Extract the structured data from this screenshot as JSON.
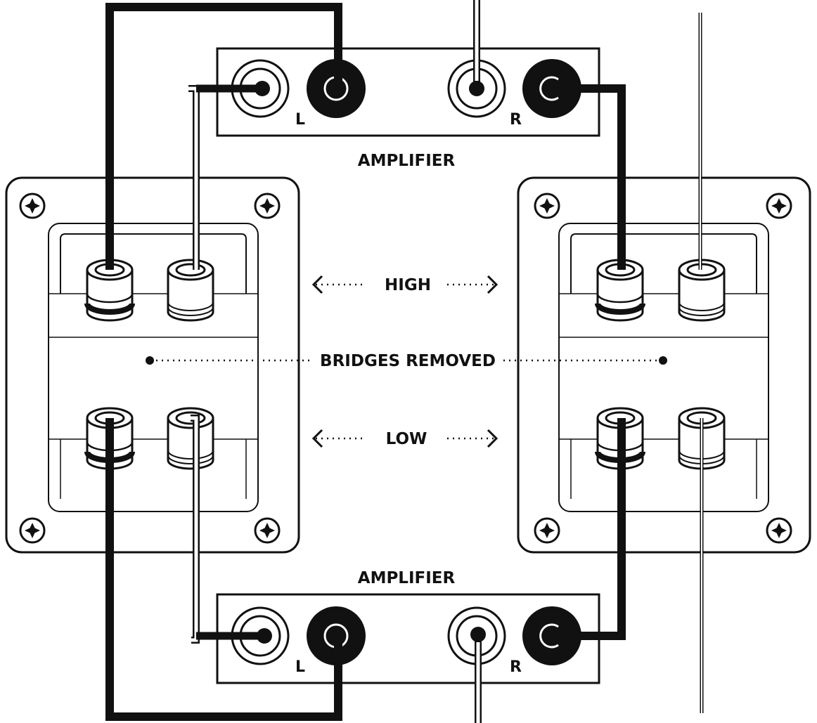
{
  "labels": {
    "amplifier_top": "AMPLIFIER",
    "amplifier_bottom": "AMPLIFIER",
    "high": "HIGH",
    "low": "LOW",
    "bridges_removed": "BRIDGES REMOVED",
    "left_channel": "L",
    "right_channel": "R"
  },
  "colors": {
    "ink": "#111111",
    "background": "#ffffff"
  }
}
